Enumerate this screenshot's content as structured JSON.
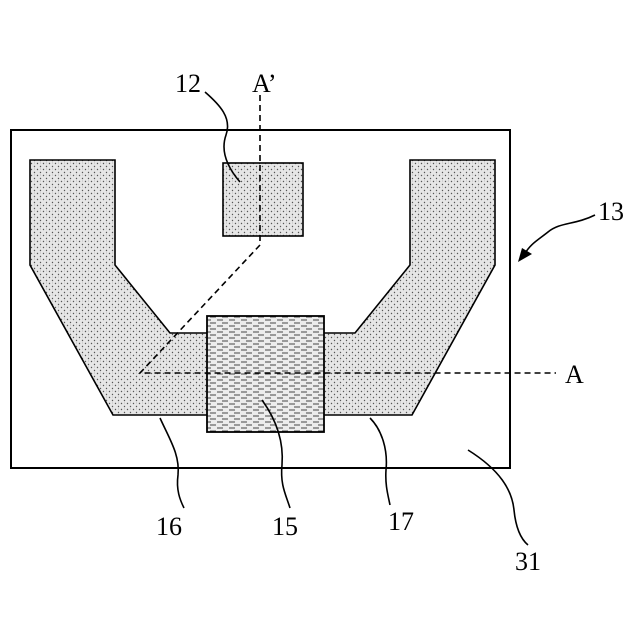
{
  "labels": {
    "region_12": "12",
    "section_end_top": "A’",
    "device_13": "13",
    "section_end_right": "A",
    "electrode_16": "16",
    "block_15": "15",
    "electrode_17": "17",
    "substrate_31": "31"
  }
}
